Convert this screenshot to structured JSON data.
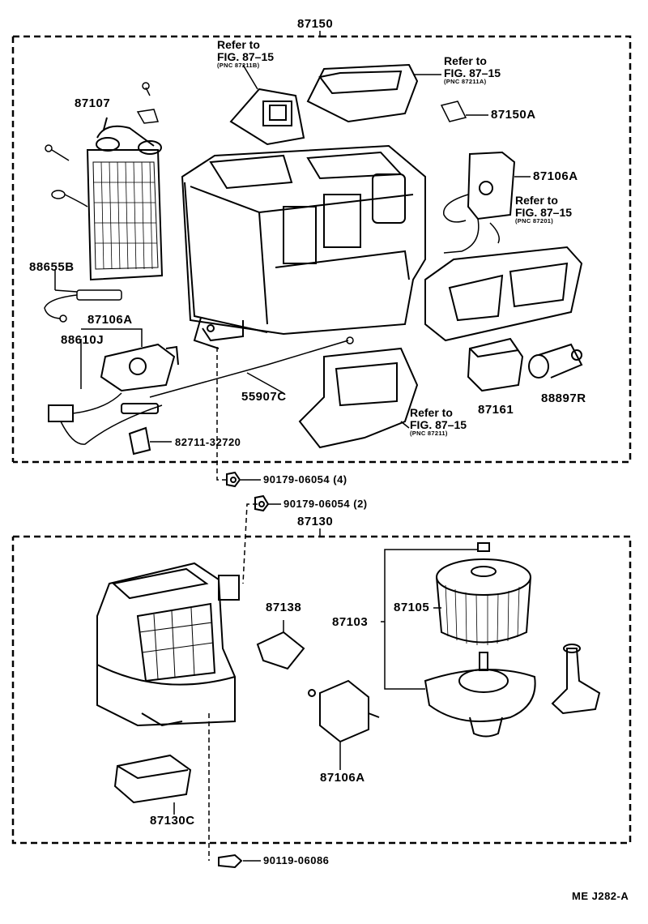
{
  "sections": {
    "top_assembly": "87150",
    "bottom_assembly": "87130"
  },
  "parts": {
    "p87107": "87107",
    "p88655B": "88655B",
    "p87106A_left": "87106A",
    "p88610J": "88610J",
    "p82711": "82711-32720",
    "p55907C": "55907C",
    "p87150A": "87150A",
    "p87106A_right": "87106A",
    "p87161": "87161",
    "p88897R": "88897R",
    "p90179_4": "90179-06054 (4)",
    "p90179_2": "90179-06054 (2)",
    "p87138": "87138",
    "p87103": "87103",
    "p87105": "87105",
    "p87106A_bottom": "87106A",
    "p87130C": "87130C",
    "p90119": "90119-06086"
  },
  "refs": [
    {
      "line1": "Refer to",
      "line2": "FIG. 87–15",
      "pnc": "(PNC 87211B)"
    },
    {
      "line1": "Refer to",
      "line2": "FIG. 87–15",
      "pnc": "(PNC 87211A)"
    },
    {
      "line1": "Refer to",
      "line2": "FIG. 87–15",
      "pnc": "(PNC 87201)"
    },
    {
      "line1": "Refer to",
      "line2": "FIG. 87–15",
      "pnc": "(PNC 87211)"
    }
  ],
  "footer_code": "ME J282-A"
}
